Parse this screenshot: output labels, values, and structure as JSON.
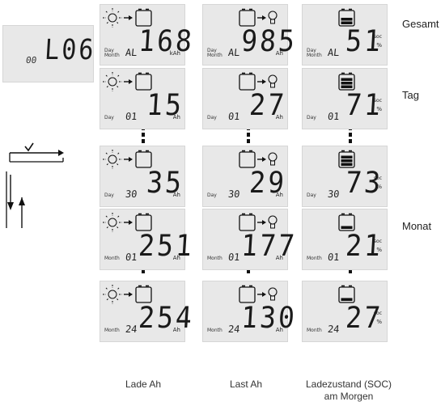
{
  "intro": {
    "prefix": "00",
    "code": "L06"
  },
  "rows": [
    {
      "id": "gesamt",
      "row_label": "Gesamt",
      "period_label": "Day\nMonth",
      "period_index": "AL",
      "charge": "168",
      "charge_unit": "kAh",
      "load": "985",
      "load_unit": "Ah",
      "soc": "51",
      "soc_unit": "%",
      "soc_tag": "soc",
      "battery_level": 0.5
    },
    {
      "id": "tag-01",
      "row_label": "Tag",
      "period_label": "Day",
      "period_index": "01",
      "charge": "15",
      "charge_unit": "Ah",
      "load": "27",
      "load_unit": "Ah",
      "soc": "71",
      "soc_unit": "%",
      "soc_tag": "soc",
      "battery_level": 0.8
    },
    {
      "id": "tag-30",
      "row_label": "",
      "period_label": "Day",
      "period_index": "30",
      "charge": "35",
      "charge_unit": "Ah",
      "load": "29",
      "load_unit": "Ah",
      "soc": "73",
      "soc_unit": "%",
      "soc_tag": "soc",
      "battery_level": 0.8
    },
    {
      "id": "monat-01",
      "row_label": "Monat",
      "period_label": "Month",
      "period_index": "01",
      "charge": "251",
      "charge_unit": "Ah",
      "load": "177",
      "load_unit": "Ah",
      "soc": "21",
      "soc_unit": "%",
      "soc_tag": "soc",
      "battery_level": 0.25
    },
    {
      "id": "monat-24",
      "row_label": "",
      "period_label": "Month",
      "period_index": "24",
      "charge": "254",
      "charge_unit": "Ah",
      "load": "130",
      "load_unit": "Ah",
      "soc": "27",
      "soc_unit": "%",
      "soc_tag": "soc",
      "battery_level": 0.25
    }
  ],
  "columns": [
    {
      "label": "Lade Ah"
    },
    {
      "label": "Last Ah"
    },
    {
      "label": "Ladezustand  (SOC)\nam Morgen"
    }
  ],
  "icons": {
    "charge": "sun-to-battery-icon",
    "load": "battery-to-bulb-icon",
    "soc": "battery-level-icon",
    "nav_confirm": "check-arrow-right-icon",
    "nav_scroll": "down-up-arrows-icon"
  },
  "colors": {
    "panel": "#e8e8e8",
    "segments": "#1a1a1a"
  }
}
